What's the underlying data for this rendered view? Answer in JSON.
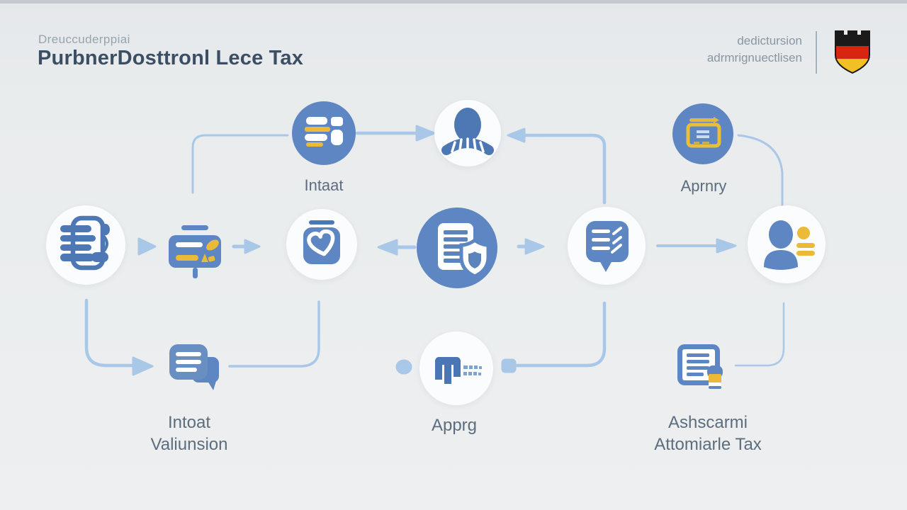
{
  "header": {
    "subtitle": "Dreuccuderppiai",
    "title": "PurbnerDosttronl Lece Tax",
    "right_line1": "dedictursion",
    "right_line2": "adrmrignuectlisen"
  },
  "nodes": {
    "intake": {
      "label": "Intaat"
    },
    "agency": {
      "label": "Aprnry"
    },
    "validation": {
      "line1": "Intoat",
      "line2": "Valiunsion"
    },
    "approval": {
      "label": "Apprg"
    },
    "assessment": {
      "line1": "Ashscarmi",
      "line2": "Attomiarle Tax"
    }
  },
  "icons": {
    "flag": "germany-coat-of-arms-shield-icon",
    "intake": "list-document-icon",
    "citizen": "person-collar-icon",
    "agency": "card-reader-icon",
    "register": "receipt-list-icon",
    "card": "id-card-icon",
    "health": "heart-box-icon",
    "central": "document-shield-icon",
    "notes": "checklist-bubble-icon",
    "profile": "user-profile-icon",
    "chat": "chat-bubbles-icon",
    "approval": "bank-glyph-icon",
    "assessment": "document-seal-icon"
  },
  "colors": {
    "background": "#e9eced",
    "node_blue": "#5d86c3",
    "icon_blue": "#4d78b4",
    "arrow_blue": "#a9c7e7",
    "accent_yellow": "#ecba39",
    "title_text": "#3b4e63",
    "label_text": "#5c6d7e",
    "flag_black": "#1a1a1a",
    "flag_red": "#d62612",
    "flag_gold": "#f2c024"
  }
}
